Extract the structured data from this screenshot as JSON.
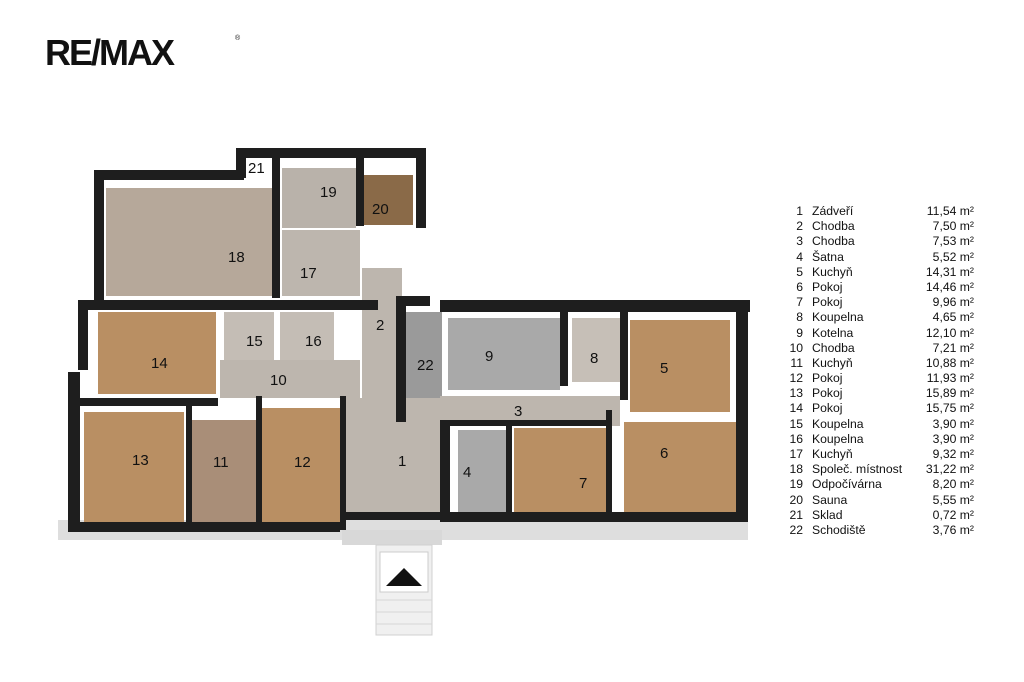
{
  "brand": {
    "logo_text": "RE/MAX",
    "logo_mark": "®"
  },
  "rooms": [
    {
      "num": "1",
      "name": "Zádveří",
      "area": "11,54 m²"
    },
    {
      "num": "2",
      "name": "Chodba",
      "area": "7,50 m²"
    },
    {
      "num": "3",
      "name": "Chodba",
      "area": "7,53 m²"
    },
    {
      "num": "4",
      "name": "Šatna",
      "area": "5,52 m²"
    },
    {
      "num": "5",
      "name": "Kuchyň",
      "area": "14,31 m²"
    },
    {
      "num": "6",
      "name": "Pokoj",
      "area": "14,46 m²"
    },
    {
      "num": "7",
      "name": "Pokoj",
      "area": "9,96 m²"
    },
    {
      "num": "8",
      "name": "Koupelna",
      "area": "4,65 m²"
    },
    {
      "num": "9",
      "name": "Kotelna",
      "area": "12,10 m²"
    },
    {
      "num": "10",
      "name": "Chodba",
      "area": "7,21 m²"
    },
    {
      "num": "11",
      "name": "Kuchyň",
      "area": "10,88 m²"
    },
    {
      "num": "12",
      "name": "Pokoj",
      "area": "11,93 m²"
    },
    {
      "num": "13",
      "name": "Pokoj",
      "area": "15,89 m²"
    },
    {
      "num": "14",
      "name": "Pokoj",
      "area": "15,75 m²"
    },
    {
      "num": "15",
      "name": "Koupelna",
      "area": "3,90 m²"
    },
    {
      "num": "16",
      "name": "Koupelna",
      "area": "3,90 m²"
    },
    {
      "num": "17",
      "name": "Kuchyň",
      "area": "9,32 m²"
    },
    {
      "num": "18",
      "name": "Společ. místnost",
      "area": "31,22 m²"
    },
    {
      "num": "19",
      "name": "Odpočívárna",
      "area": "8,20 m²"
    },
    {
      "num": "20",
      "name": "Sauna",
      "area": "5,55 m²"
    },
    {
      "num": "21",
      "name": "Sklad",
      "area": "0,72 m²"
    },
    {
      "num": "22",
      "name": "Schodiště",
      "area": "3,76 m²"
    }
  ],
  "colors": {
    "wall": "#1e1e1e",
    "tile": "#bdb6ae",
    "wood": "#b9936a",
    "carpet": "#8b8b8b",
    "shadow": "#e6e6e6"
  }
}
